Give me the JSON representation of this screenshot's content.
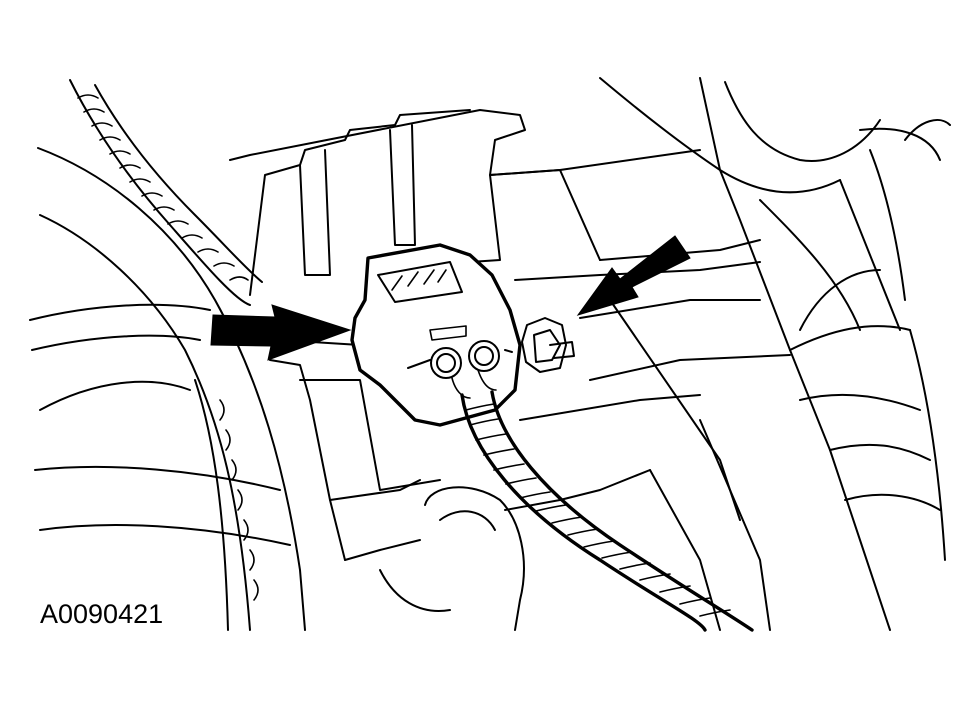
{
  "figure": {
    "id_label": "A0090421",
    "line_color": "#000000",
    "background_color": "#ffffff"
  },
  "callouts": [
    {
      "name": "left-arrow",
      "target": "electrical-connector",
      "icon": "arrow-icon"
    },
    {
      "name": "right-arrow",
      "target": "mounting-nut",
      "icon": "arrow-icon"
    }
  ]
}
